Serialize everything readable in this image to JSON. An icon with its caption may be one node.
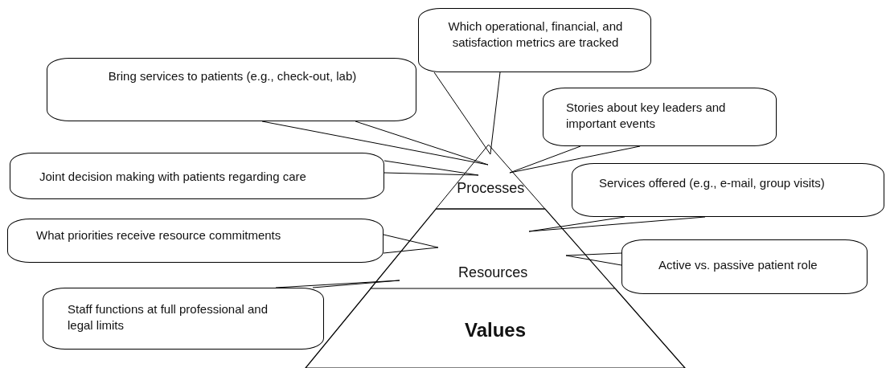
{
  "diagram": {
    "nodes": [
      {
        "text": [
          "Which operational, financial, and satisfaction metrics are tracked"
        ]
      },
      {
        "text": [
          "Bring services to patients (e.g., check-out, lab)"
        ]
      },
      {
        "text": [
          "Stories about key leaders and important events"
        ]
      },
      {
        "text": [
          "Joint decision making with patients regarding care"
        ]
      },
      {
        "text": [
          "Services offered (e.g., e-mail, group visits)"
        ]
      },
      {
        "text": [
          "What priorities receive resource commitments"
        ]
      },
      {
        "text": [
          "Active vs. passive patient role"
        ]
      },
      {
        "text": [
          "Staff functions at full professional and legal limits"
        ]
      },
      {
        "text": [
          "Processes"
        ]
      },
      {
        "text": [
          "Resources"
        ]
      },
      {
        "text": [
          "Values"
        ]
      }
    ],
    "edges": [
      {
        "from": 0,
        "to": 8,
        "arrow": "none"
      },
      {
        "from": 1,
        "to": 8,
        "arrow": "none"
      },
      {
        "from": 2,
        "to": 8,
        "arrow": "none"
      },
      {
        "from": 3,
        "to": 8,
        "arrow": "none"
      },
      {
        "from": 4,
        "to": 9,
        "arrow": "none"
      },
      {
        "from": 5,
        "to": 9,
        "arrow": "none"
      },
      {
        "from": 6,
        "to": 9,
        "arrow": "none"
      },
      {
        "from": 7,
        "to": 9,
        "arrow": "none"
      }
    ]
  }
}
